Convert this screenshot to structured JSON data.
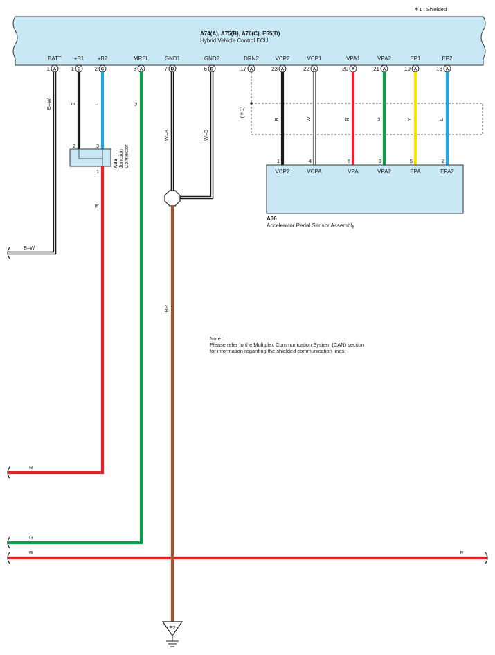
{
  "footnote": "＊1 : Shielded",
  "ecu": {
    "title": "A74(A), A75(B), A76(C), E55(D)",
    "subtitle": "Hybrid Vehicle Control ECU",
    "terminals": [
      {
        "name": "BATT",
        "pin": "1",
        "conn": "A"
      },
      {
        "name": "+B1",
        "pin": "1",
        "conn": "C"
      },
      {
        "name": "+B2",
        "pin": "2",
        "conn": "C"
      },
      {
        "name": "MREL",
        "pin": "3",
        "conn": "A"
      },
      {
        "name": "GND1",
        "pin": "7",
        "conn": "D"
      },
      {
        "name": "GND2",
        "pin": "6",
        "conn": "D"
      },
      {
        "name": "DRN2",
        "pin": "17",
        "conn": "A"
      },
      {
        "name": "VCP2",
        "pin": "23",
        "conn": "A"
      },
      {
        "name": "VCP1",
        "pin": "22",
        "conn": "A"
      },
      {
        "name": "VPA1",
        "pin": "20",
        "conn": "A"
      },
      {
        "name": "VPA2",
        "pin": "21",
        "conn": "A"
      },
      {
        "name": "EP1",
        "pin": "19",
        "conn": "A"
      },
      {
        "name": "EP2",
        "pin": "18",
        "conn": "A"
      }
    ]
  },
  "sensor": {
    "code": "A36",
    "name": "Accelerator Pedal Sensor Assembly",
    "pins": [
      {
        "name": "VCP2",
        "pin": "1"
      },
      {
        "name": "VCPA",
        "pin": "4"
      },
      {
        "name": "VPA",
        "pin": "6"
      },
      {
        "name": "VPA2",
        "pin": "3"
      },
      {
        "name": "EPA",
        "pin": "5"
      },
      {
        "name": "EPA2",
        "pin": "2"
      }
    ]
  },
  "junction": {
    "code": "A85",
    "name1": "Junction",
    "name2": "Connector",
    "pin_b": "2",
    "pin_l": "3",
    "pin_out": "1"
  },
  "shield_label": "(＊1)",
  "wire_colors": {
    "bw": "B–W",
    "b": "B",
    "l": "L",
    "g": "G",
    "wb": "W–B",
    "w": "W",
    "r": "R",
    "y": "Y",
    "br": "BR"
  },
  "ground": "E2",
  "note": {
    "title": "Note :",
    "line1": "Please refer to the Multiplex Communication System (CAN) section",
    "line2": "for information regarding the shielded communication lines."
  },
  "colors": {
    "ecu_fill": "#c9e8f6",
    "black": "#1a1a1a",
    "blue": "#1ea7e6",
    "green": "#0aa04a",
    "red": "#e8202a",
    "yellow": "#f6e400",
    "brown": "#a0522d"
  }
}
